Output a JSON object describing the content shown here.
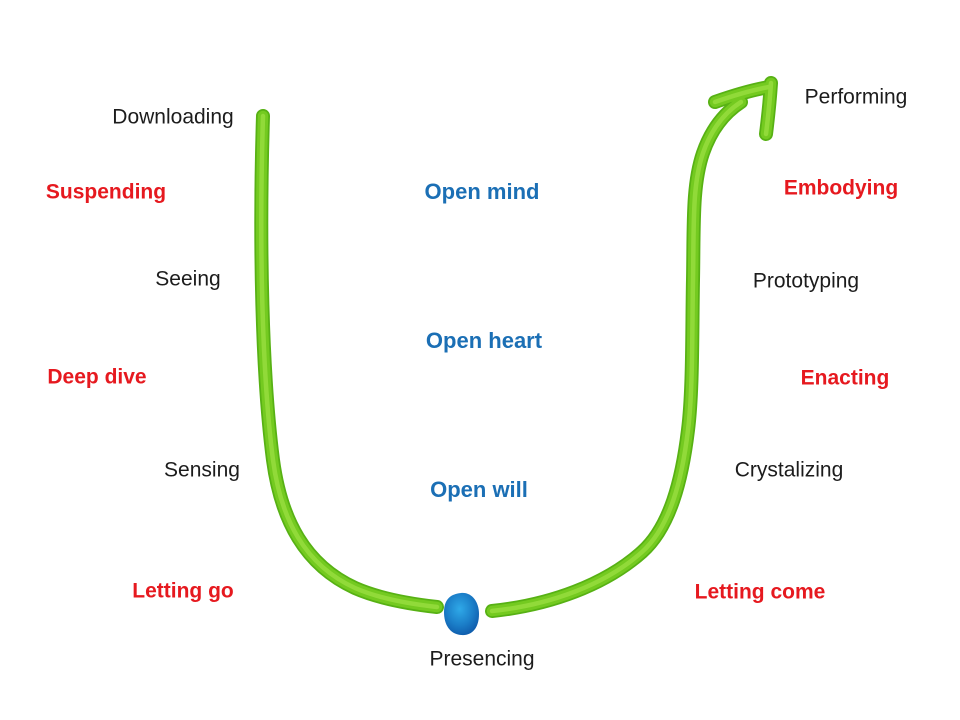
{
  "colors": {
    "stage_text": "#1c1c1c",
    "phase_red": "#e6191f",
    "level_blue": "#1b6fb5",
    "curve_green": "#74ca20",
    "curve_green_dark": "#57b114",
    "curve_green_light": "#aae84f",
    "dot_blue": "#1b7ec8",
    "dot_blue_light": "#2fa9e8",
    "dot_blue_dark": "#0d55a6"
  },
  "left_column": {
    "downloading": "Downloading",
    "suspending": "Suspending",
    "seeing": "Seeing",
    "deep_dive": "Deep dive",
    "sensing": "Sensing",
    "letting_go": "Letting go"
  },
  "center_column": {
    "open_mind": "Open mind",
    "open_heart": "Open heart",
    "open_will": "Open will",
    "presencing": "Presencing"
  },
  "right_column": {
    "letting_come": "Letting come",
    "crystalizing": "Crystalizing",
    "enacting": "Enacting",
    "prototyping": "Prototyping",
    "embodying": "Embodying",
    "performing": "Performing"
  },
  "shapes": {
    "u_curve": "hand-drawn-green-marker-u-arrow",
    "arrowhead": "up-right-arrow-tip",
    "presencing_dot": "blue-ink-dot"
  }
}
